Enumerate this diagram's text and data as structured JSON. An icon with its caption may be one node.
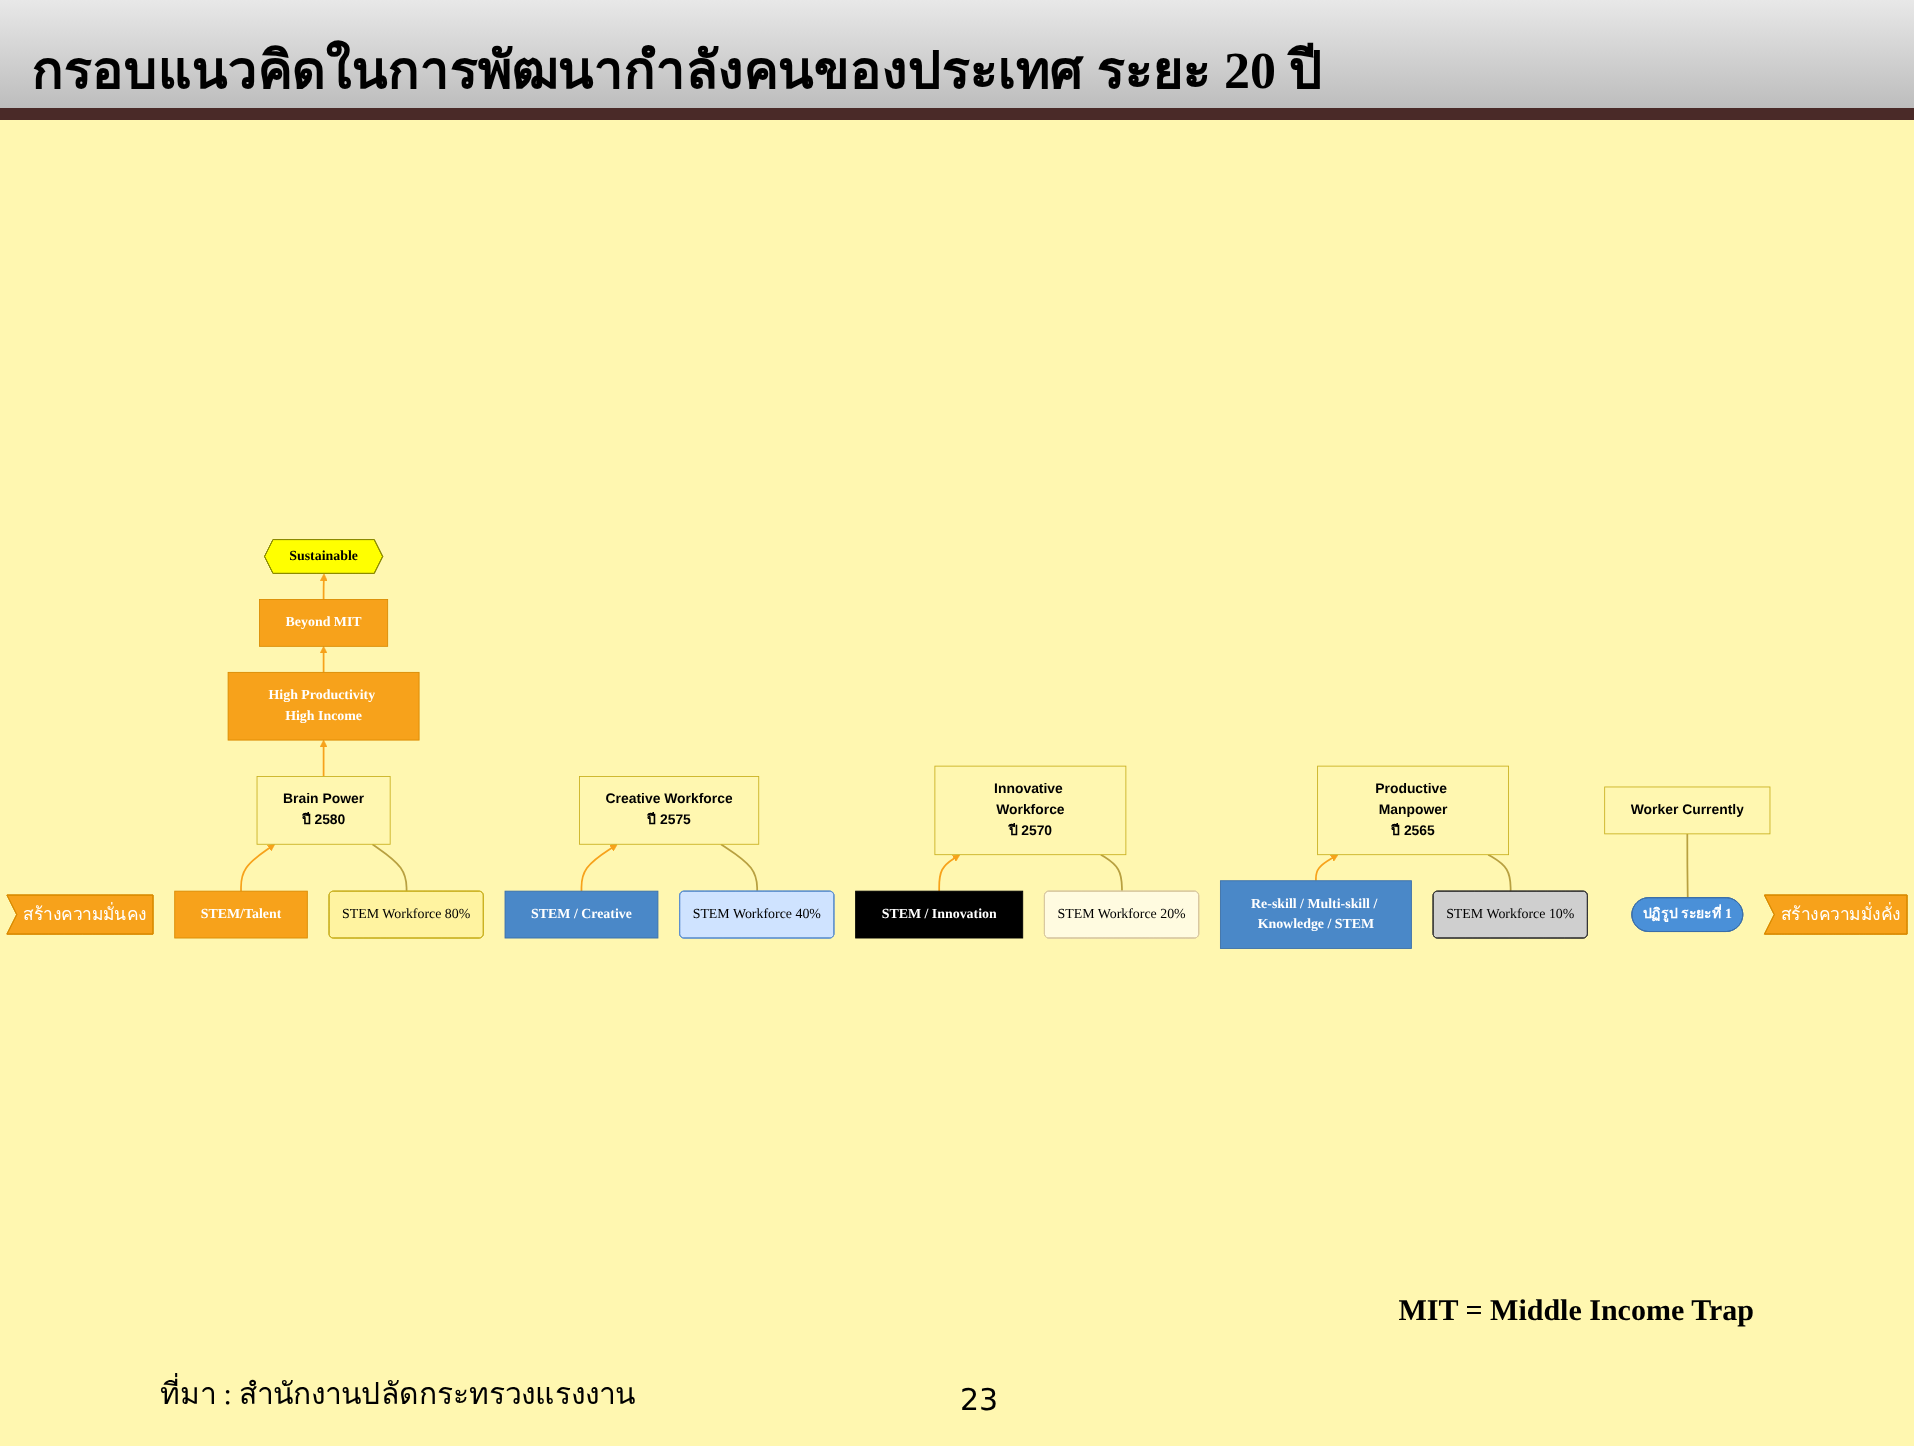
{
  "diagram": {
    "title": "กรอบแนวคิดในการพัฒนากำลังคนของประเทศ ระยะ 20 ปี",
    "nodes": [
      {
        "text": [
          "Sustainable"
        ]
      },
      {
        "text": [
          "Beyond MIT"
        ]
      },
      {
        "text": [
          "High Productivity High Income"
        ]
      },
      {
        "text": [
          "สร้างความมั่นคง"
        ]
      },
      {
        "text": [
          "STEM Workforce 80%"
        ]
      },
      {
        "text": [
          "STEM Workforce 40%"
        ]
      },
      {
        "text": [
          "STEM Workforce 20%"
        ]
      },
      {
        "text": [
          "Brain Power",
          "ปี 2580"
        ]
      },
      {
        "text": [
          "STEM/Talent"
        ]
      },
      {
        "text": [
          "Creative Workforce",
          "ปี 2575"
        ]
      },
      {
        "text": [
          "STEM Workforce 10%"
        ]
      },
      {
        "text": [
          "Innovative Workforce",
          "ปี 2570"
        ]
      },
      {
        "text": [
          "STEM / Creative"
        ]
      },
      {
        "text": [
          "STEM / Innovation"
        ]
      },
      {
        "text": [
          "Productive Manpower",
          "ปี 2565"
        ]
      },
      {
        "text": [
          "ปฏิรูป ระยะที่ 1"
        ]
      },
      {
        "text": [
          "Re-skill / Multi-skill / Knowledge / STEM"
        ]
      },
      {
        "text": [
          "Worker Currently"
        ]
      },
      {
        "text": [
          "สร้างความมั่งคั่ง"
        ]
      }
    ],
    "edges": [
      {
        "from": 7,
        "to": 2,
        "arrow": "to"
      },
      {
        "from": 2,
        "to": 1,
        "arrow": "to"
      },
      {
        "from": 1,
        "to": 0,
        "arrow": "to"
      },
      {
        "from": 8,
        "to": 7,
        "arrow": "to"
      },
      {
        "from": 12,
        "to": 9,
        "arrow": "to"
      },
      {
        "from": 13,
        "to": 11,
        "arrow": "to"
      },
      {
        "from": 16,
        "to": 14,
        "arrow": "to"
      },
      {
        "from": 4,
        "to": 7,
        "arrow": "none"
      },
      {
        "from": 5,
        "to": 9,
        "arrow": "none"
      },
      {
        "from": 6,
        "to": 11,
        "arrow": "none"
      },
      {
        "from": 10,
        "to": 14,
        "arrow": "none"
      },
      {
        "from": 15,
        "to": 17,
        "arrow": "none"
      }
    ],
    "labels": [
      "MIT = Middle Income Trap",
      "ที่มา : สำนักงานปลัดกระทรวงแรงงาน",
      "23"
    ]
  }
}
